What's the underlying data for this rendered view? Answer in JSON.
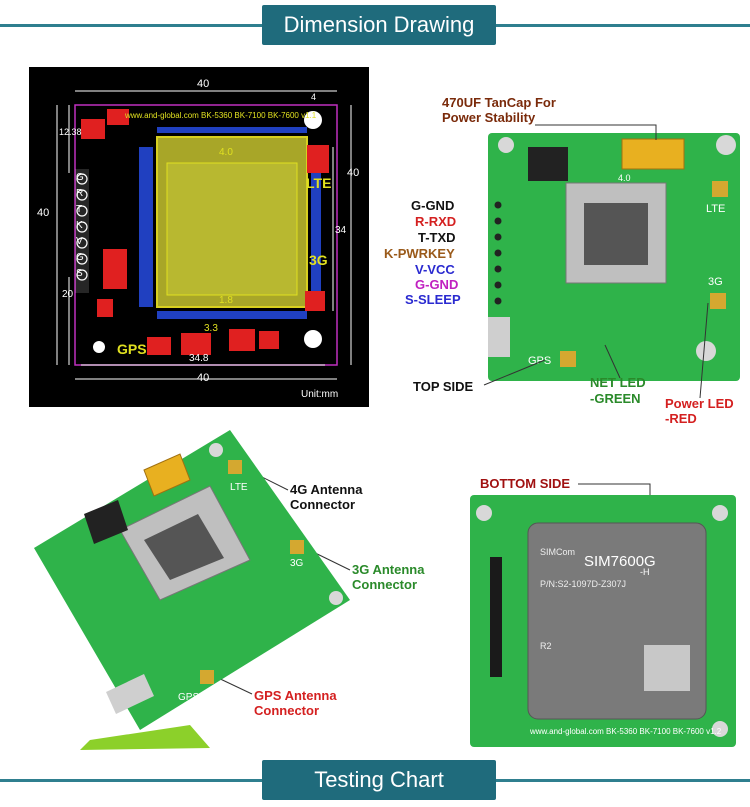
{
  "banners": {
    "top": "Dimension Drawing",
    "bottom": "Testing Chart"
  },
  "drawing": {
    "dim_top": "40",
    "dim_bottom": "40",
    "dim_left": "40",
    "dim_right": "40",
    "dim_inner_bottom": "34.8",
    "dim_right_inner": "34",
    "dim_left_top": "12.38",
    "dim_left_bottom": "20",
    "dim_small_top": "4",
    "dim_4_0": "4.0",
    "dim_1_8": "1.8",
    "dim_3_3": "3.3",
    "pin_labels": [
      "G",
      "R",
      "T",
      "K",
      "V",
      "G",
      "S"
    ],
    "lte": "LTE",
    "g3": "3G",
    "gps": "GPS",
    "unit": "Unit:mm",
    "silk_text": "www.and-global.com  BK-5360 BK-7100 BK-7600 v1.1"
  },
  "top_side": {
    "cap_label_line1": "470UF TanCap For",
    "cap_label_line2": "Power Stability",
    "pins": [
      {
        "text": "G-GND",
        "color": "#111111"
      },
      {
        "text": "R-RXD",
        "color": "#d42020"
      },
      {
        "text": "T-TXD",
        "color": "#111111"
      },
      {
        "text": "K-PWRKEY",
        "color": "#9a5a1a"
      },
      {
        "text": "V-VCC",
        "color": "#2a2ad0"
      },
      {
        "text": "G-GND",
        "color": "#c020c0"
      },
      {
        "text": "S-SLEEP",
        "color": "#2a2ad0"
      }
    ],
    "top_side_label": "TOP SIDE",
    "net_led_line1": "NET LED",
    "net_led_line2": "-GREEN",
    "power_led_line1": "Power LED",
    "power_led_line2": "-RED",
    "board_lte": "LTE",
    "board_3g": "3G",
    "board_gps": "GPS",
    "board_4_0": "4.0"
  },
  "angled": {
    "ant_4g_line1": "4G Antenna",
    "ant_4g_line2": "Connector",
    "ant_3g_line1": "3G Antenna",
    "ant_3g_line2": "Connector",
    "ant_gps_line1": "GPS Antenna",
    "ant_gps_line2": "Connector",
    "board_lte": "LTE",
    "board_3g": "3G",
    "board_gps": "GPS"
  },
  "bottom_side": {
    "label": "BOTTOM SIDE",
    "module_brand": "SIMCom",
    "module_name": "SIM7600G",
    "module_suffix": "-H",
    "pn": "P/N:S2-1097D-Z307J",
    "r2": "R2",
    "silk": "www.and-global.com  BK-5360 BK-7100 BK-7600 v1.2"
  },
  "colors": {
    "banner": "#1f6b7c",
    "pcb_green": "#2fb34a",
    "red": "#d42020",
    "green_text": "#2a8a2a"
  }
}
